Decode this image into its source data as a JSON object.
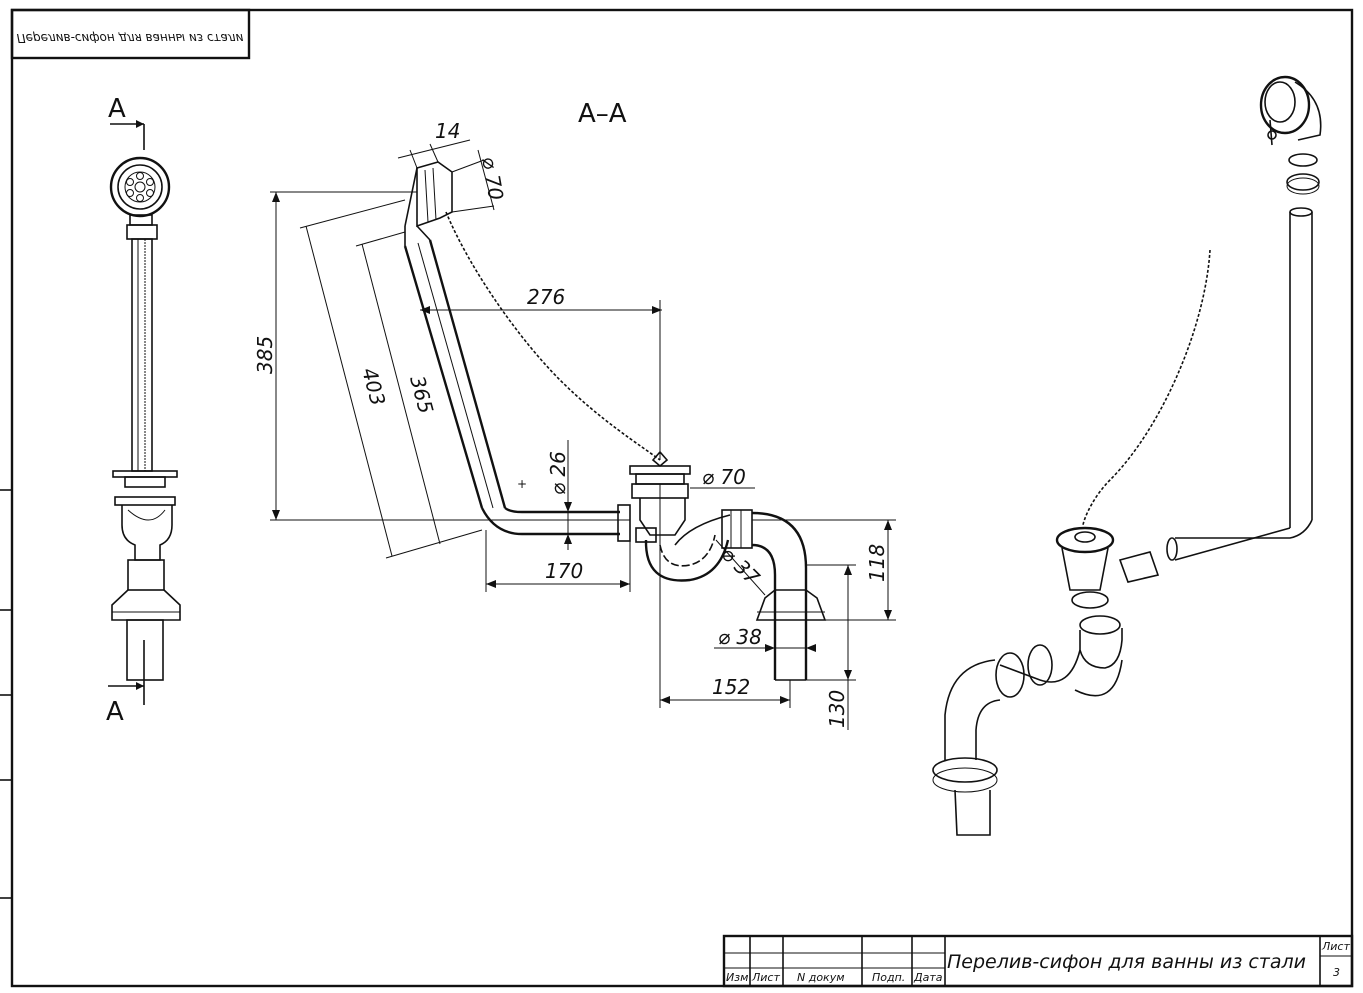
{
  "sheet": {
    "corner_title_mirrored": "Перелив-сифон для ванны из стали",
    "title": "Перелив-сифон для ванны из стали",
    "sheet_label": "Лист",
    "sheet_number": "3"
  },
  "stamp": {
    "izm": "Изм",
    "list": "Лист",
    "n_dokum": "N докум",
    "podp": "Подп.",
    "data": "Дата"
  },
  "views": {
    "section_letter_top": "A",
    "section_letter_bottom": "A",
    "section_title": "A–A"
  },
  "dimensions": {
    "d14": "14",
    "d70_top": "⌀ 70",
    "d276": "276",
    "d385": "385",
    "d403": "403",
    "d365": "365",
    "d26": "⌀ 26",
    "d70_mid": "⌀ 70",
    "d170": "170",
    "d37": "⌀ 37",
    "d118": "118",
    "d38": "⌀ 38",
    "d152": "152",
    "d130": "130"
  }
}
